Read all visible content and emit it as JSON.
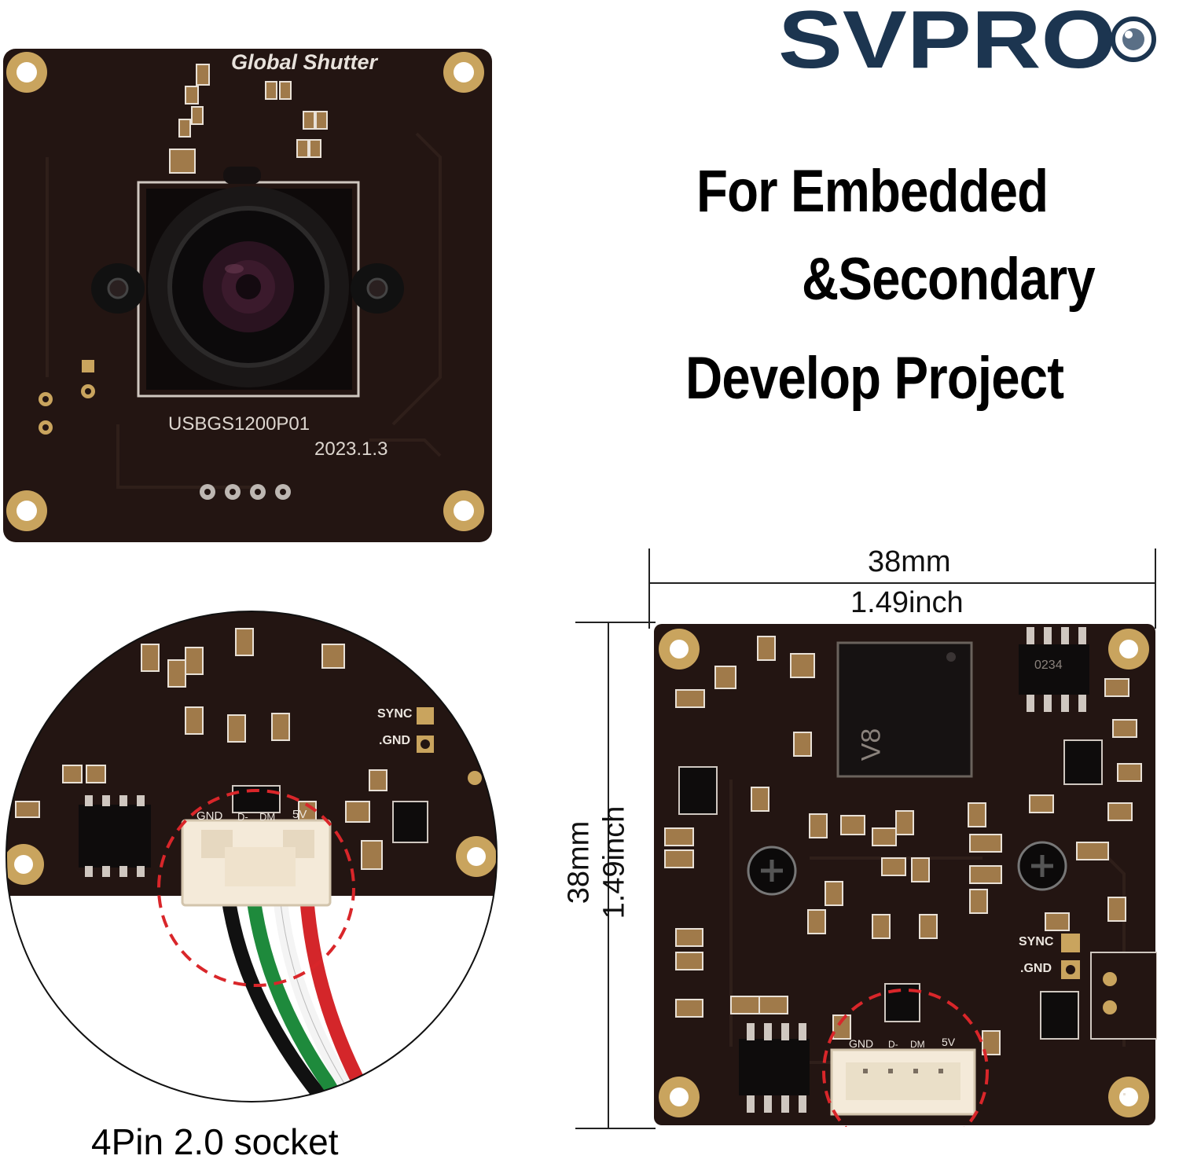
{
  "brand": {
    "logo_text": "SVPRO",
    "color": "#1c3550"
  },
  "headline": {
    "line1": "For Embedded",
    "line2": "&Secondary",
    "line3": "Develop Project"
  },
  "front_board": {
    "silkscreen_top": "Global Shutter",
    "model": "USBGS1200P01",
    "date": "2023.1.3"
  },
  "back_board": {
    "chip_label": "V8",
    "ic_label": "0234",
    "sync_label": "SYNC",
    "gnd_label": ".GND",
    "pin_labels": [
      "GND",
      "D-",
      "DM",
      "5V"
    ]
  },
  "zoom_detail": {
    "sync_label": "SYNC",
    "gnd_label": ".GND",
    "pin_labels": [
      "GND",
      "D-",
      "DM",
      "5V"
    ],
    "caption": "4Pin 2.0 socket"
  },
  "dimensions": {
    "width_mm": "38mm",
    "width_inch": "1.49inch",
    "height_mm": "38mm",
    "height_inch": "1.49inch"
  },
  "colors": {
    "pcb": "#231512",
    "pad_gold": "#c9a45e",
    "dashed_circle": "#d9262a"
  }
}
